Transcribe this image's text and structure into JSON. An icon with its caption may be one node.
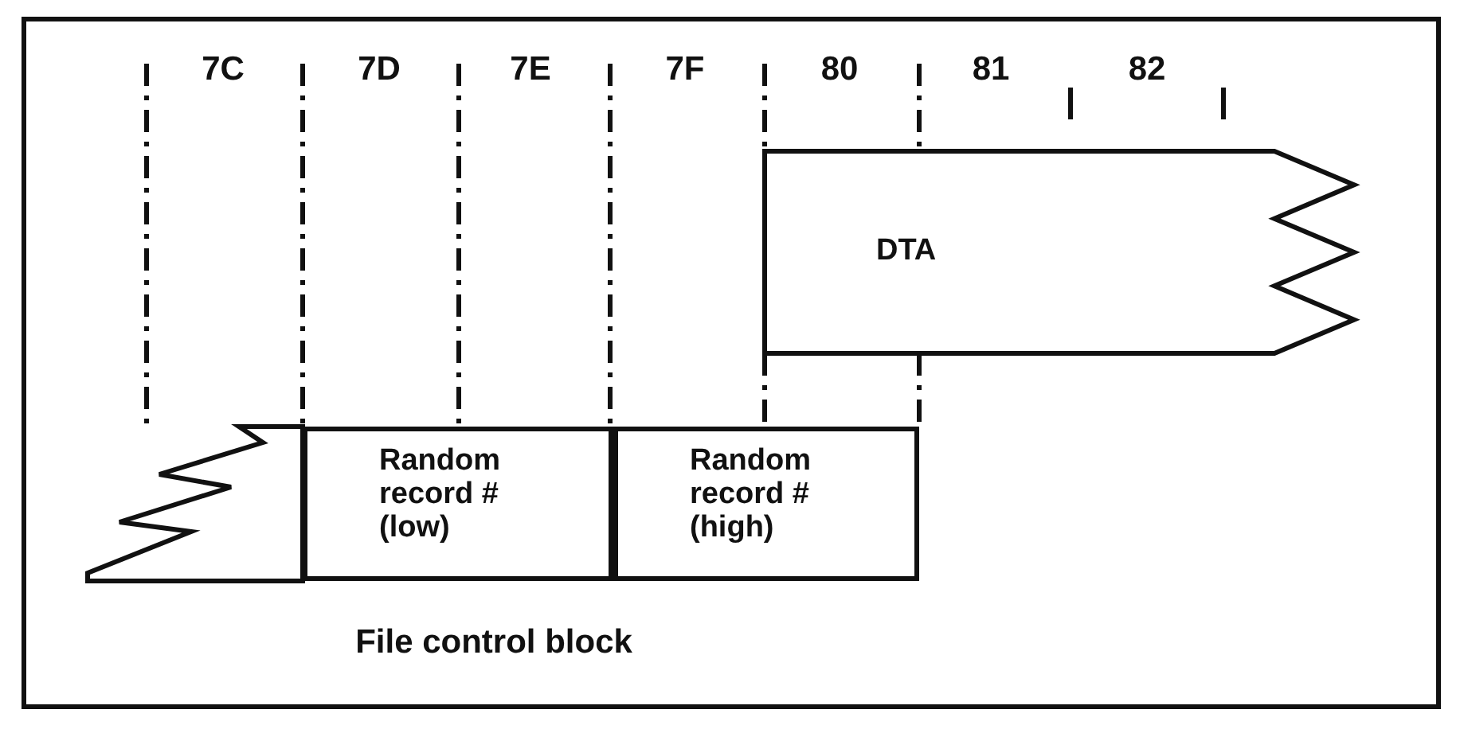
{
  "diagram": {
    "nodes": [
      {
        "text": [
          "DTA"
        ]
      },
      {
        "text": [],
        "shape": "box"
      },
      {
        "text": [
          "Random record # (low)"
        ]
      },
      {
        "text": [
          "Random record # (high)"
        ]
      }
    ],
    "labels": [
      "7C",
      "7D",
      "7E",
      "7F",
      "80",
      "81",
      "82",
      "File control block"
    ]
  }
}
